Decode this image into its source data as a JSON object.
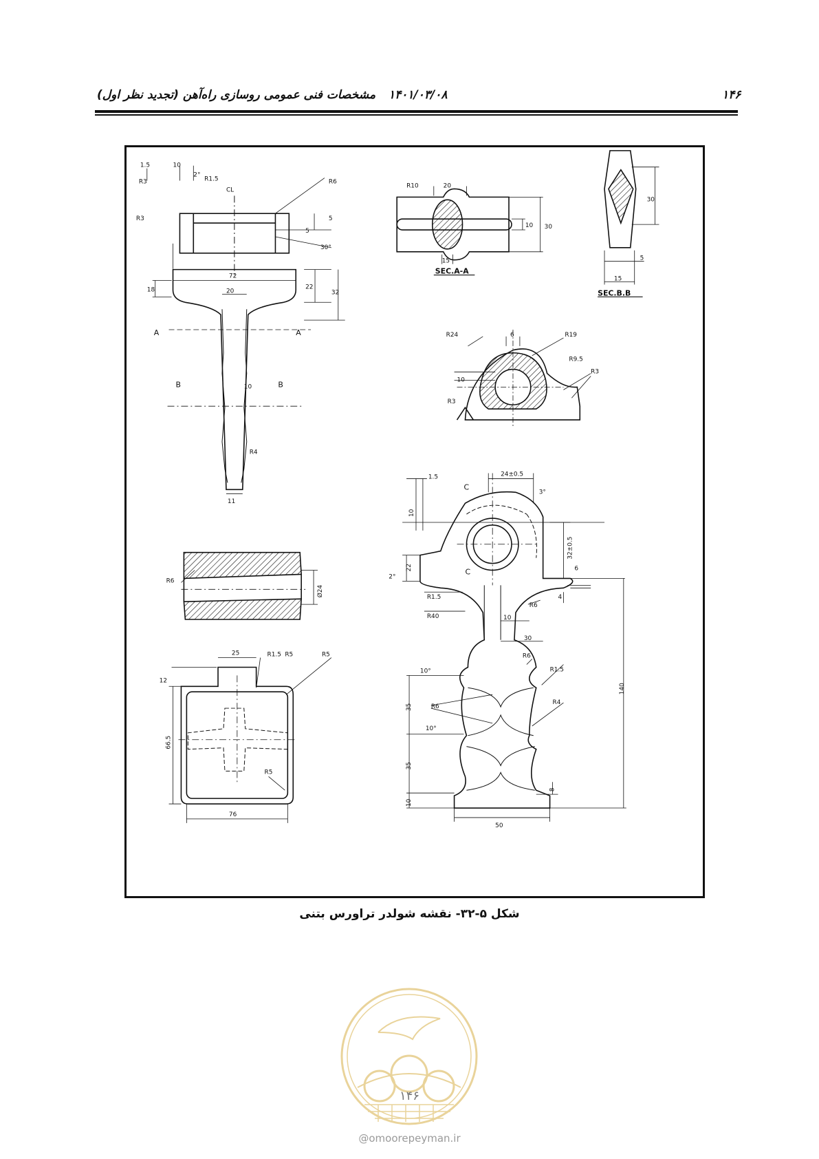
{
  "header": {
    "book_title": "مشخصات فنی عمومی روسازی راه‌آهن (تجدید نظر اول)",
    "date": "۱۴۰۱/۰۳/۰۸",
    "page_number": "۱۴۶"
  },
  "figure": {
    "caption": "شکل ۵-۳۲- نقشه شولدر تراورس بتنی",
    "labels": {
      "cl": "CL",
      "sec_aa": "SEC.A-A",
      "sec_bb": "SEC.B.B",
      "a": "A",
      "b": "B",
      "c": "C",
      "r3": "R3",
      "r15": "R1.5",
      "r6": "R6",
      "r10": "R10",
      "r4": "R4",
      "r5": "R5",
      "r24": "R24",
      "r19": "R19",
      "r95": "R9.5",
      "r40": "R40",
      "d_15": "1.5",
      "d_10": "10",
      "d_2deg": "2°",
      "d_3deg": "3°",
      "d_5": "5",
      "d_30deg": "30°",
      "d_72": "72",
      "d_20": "20",
      "d_18": "18",
      "d_22": "22",
      "d_32": "32",
      "d_11": "11",
      "d_15s": "15",
      "d_30": "30",
      "d_6": "6",
      "d_25": "25",
      "d_12": "12",
      "d_665": "66.5",
      "d_76": "76",
      "d_24": "Ø24",
      "d_24pm": "24±0.5",
      "d_32pm": "32±0.5",
      "d_4": "4",
      "d_10deg": "10°",
      "d_35": "35",
      "d_140": "140",
      "d_8": "8",
      "d_50": "50"
    }
  },
  "footer": {
    "page_number": "۱۴۶",
    "url": "@omoorepeyman.ir"
  },
  "colors": {
    "ink": "#111111",
    "watermark": "#e9d39a"
  }
}
